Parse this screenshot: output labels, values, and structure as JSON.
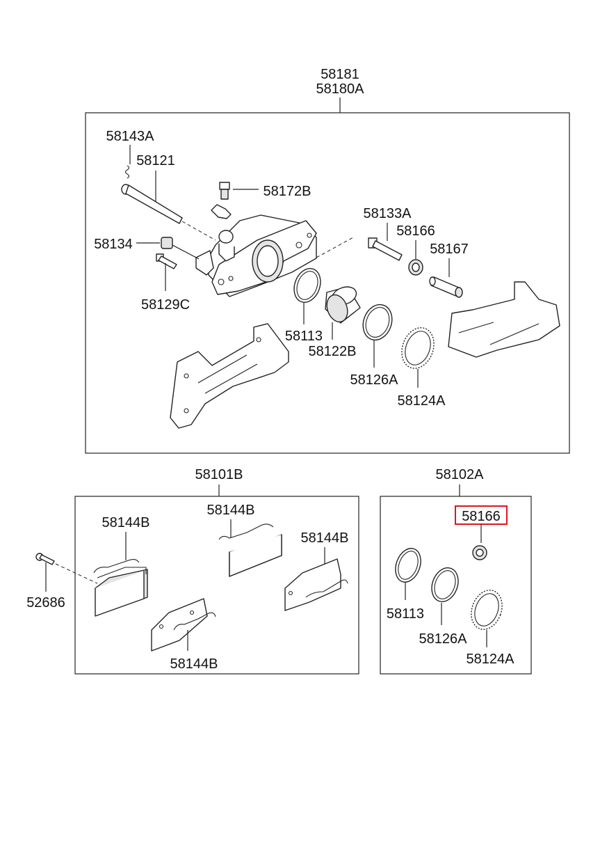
{
  "assembly": {
    "top_labels": [
      "58181",
      "58180A"
    ],
    "caliper": {
      "pin_top": "58143A",
      "guide_bolt": "58121",
      "bleeder": "58172B",
      "pin_bolt": "58133A",
      "boot_top": "58166",
      "sleeve": "58167",
      "bushing": "58134",
      "bolt_lower": "58129C",
      "seal": "58113",
      "piston": "58122B",
      "boot_ring": "58126A",
      "ring_big": "58124A"
    }
  },
  "pad_kit": {
    "label": "58101B",
    "spring_1": "58144B",
    "spring_2": "58144B",
    "spring_3": "58144B",
    "spring_4": "58144B",
    "bolt": "52686"
  },
  "seal_kit": {
    "label": "58102A",
    "boot_highlighted": "58166",
    "seal": "58113",
    "boot_ring": "58126A",
    "ring_big": "58124A"
  },
  "colors": {
    "highlight": "#e0141e",
    "line": "#222222"
  }
}
